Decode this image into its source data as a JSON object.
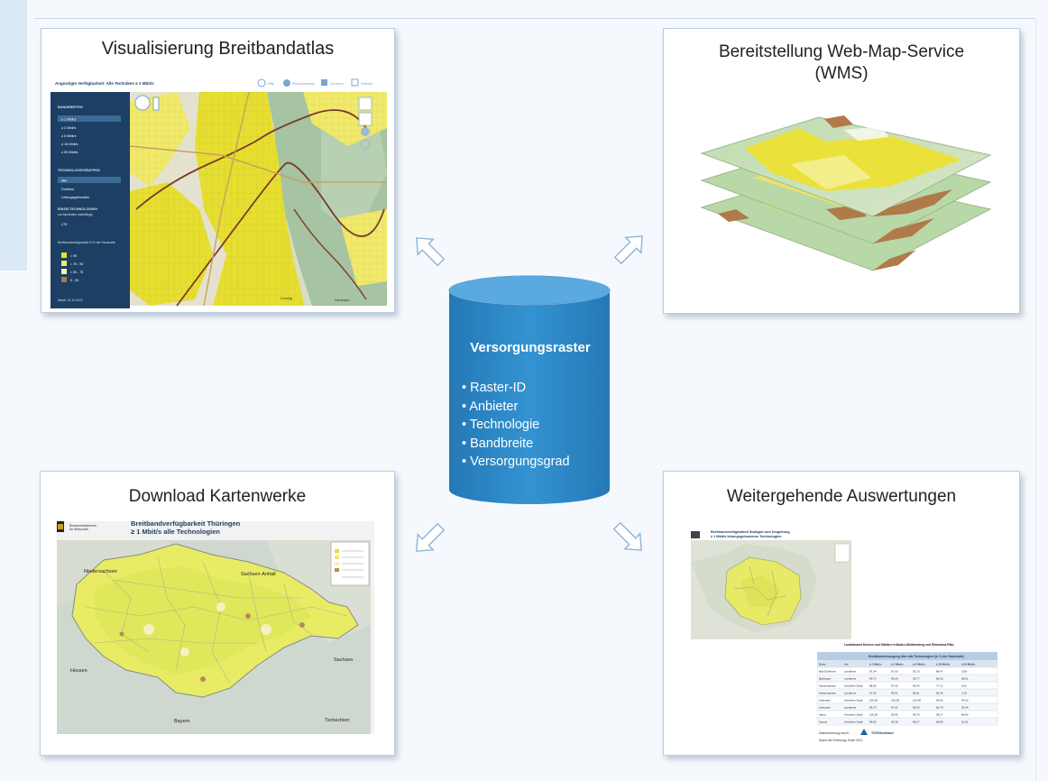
{
  "panels": {
    "top_left": {
      "title": "Visualisierung Breitbandatlas",
      "header_text": "Angezeigte Verfügbarkeit: Alle Techniken ≥ 2 Mbit/s",
      "toolbar": [
        "Hilfe",
        "Rückmeldung",
        "Drucken",
        "Vollbild"
      ],
      "sidebar": {
        "section1": "BANDBREITEN",
        "bandwidths": [
          "≥ 1 Mbit/s",
          "≥ 2 Mbit/s",
          "≥ 6 Mbit/s",
          "≥ 16 Mbit/s",
          "≥ 50 Mbit/s"
        ],
        "section2": "TECHNOLOGIEGRUPPEN",
        "tech_groups": [
          "Alle",
          "Drahtlos",
          "Leitungsgebunden"
        ],
        "section3": "EINZELTECHNOLOGIEN",
        "section3_sub": "nur Bandbreite unabhängig",
        "single_tech": [
          "LTE"
        ],
        "legend_title": "Breitbandverfügbarkeit in % der Haushalte",
        "legend": [
          "> 95",
          "> 75 - 95",
          "> 50 - 75",
          "0 - 50"
        ],
        "stand": "Stand: 31.12.2012"
      },
      "places": [
        "Coswig",
        "Lindenau"
      ]
    },
    "top_right": {
      "title_line1": "Bereitstellung Web-Map-Service",
      "title_line2": "(WMS)"
    },
    "bottom_left": {
      "title": "Download Kartenwerke",
      "map_title_line1": "Breitbandverfügbarkeit Thüringen",
      "map_title_line2": "≥ 1 Mbit/s alle Technologien",
      "regions": [
        "Niedersachsen",
        "Sachsen-Anhalt",
        "Sachsen",
        "Hessen",
        "Bayern",
        "Tschechien"
      ]
    },
    "bottom_right": {
      "title": "Weitergehende Auswertungen",
      "doc_title_line1": "Breitbandverfügbarkeit Stuttgart und Umgebung",
      "doc_title_line2": "≥ 1 Mbit/s leitungsgebundene Technologien",
      "table_caption": "Breitbandversorgung über alle Technologien (in % der Haushalte)",
      "table_heading": "Landratsamt Kreisen und Städten in Baden-Württemberg und Rheinland-Pfalz",
      "columns": [
        "Kreis",
        "Art",
        "≥ 1 Mbit/s",
        "≥ 2 Mbit/s",
        "≥ 6 Mbit/s",
        "≥ 16 Mbit/s",
        "≥ 50 Mbit/s"
      ],
      "rows": [
        [
          "Bad Dürkheim",
          "Landkreis",
          "97,34",
          "97,00",
          "93,70",
          "88,47",
          "3,58"
        ],
        [
          "Böblingen",
          "Landkreis",
          "99,72",
          "99,29",
          "93,77",
          "86,20",
          "68,01"
        ],
        [
          "Kaiserslautern",
          "Kreisfreie Stadt",
          "98,86",
          "97,30",
          "94,93",
          "77,11",
          "0,00"
        ],
        [
          "Kaiserslautern",
          "Landkreis",
          "97,43",
          "99,01",
          "89,81",
          "55,45",
          "3,19"
        ],
        [
          "Karlsruhe",
          "Kreisfreie Stadt",
          "100,00",
          "100,00",
          "100,00",
          "99,65",
          "94,02"
        ],
        [
          "Karlsruhe",
          "Landkreis",
          "99,73",
          "97,00",
          "96,09",
          "80,79",
          "55,44"
        ],
        [
          "Mainz",
          "Kreisfreie Stadt",
          "100,00",
          "99,96",
          "99,76",
          "98,17",
          "86,84"
        ],
        [
          "Speyer",
          "Kreisfreie Stadt",
          "99,83",
          "99,38",
          "96,57",
          "96,89",
          "51,51"
        ]
      ],
      "source_label": "Datenerhebung durch:",
      "source_org": "TÜVRheinland",
      "stand": "Stand der Erhebung: Ende 2012"
    }
  },
  "center": {
    "title": "Versorgungsraster",
    "attributes": [
      "Raster-ID",
      "Anbieter",
      "Technologie",
      "Bandbreite",
      "Versorgungsgrad"
    ]
  },
  "colors": {
    "cylinder": "#2f88c6",
    "cylinder_top": "#5aa9df",
    "map_yellow": "#e9e22a",
    "map_green": "#c9df9a",
    "sidebar": "#1d3f63",
    "arrow_outline": "#8eb3d6"
  }
}
